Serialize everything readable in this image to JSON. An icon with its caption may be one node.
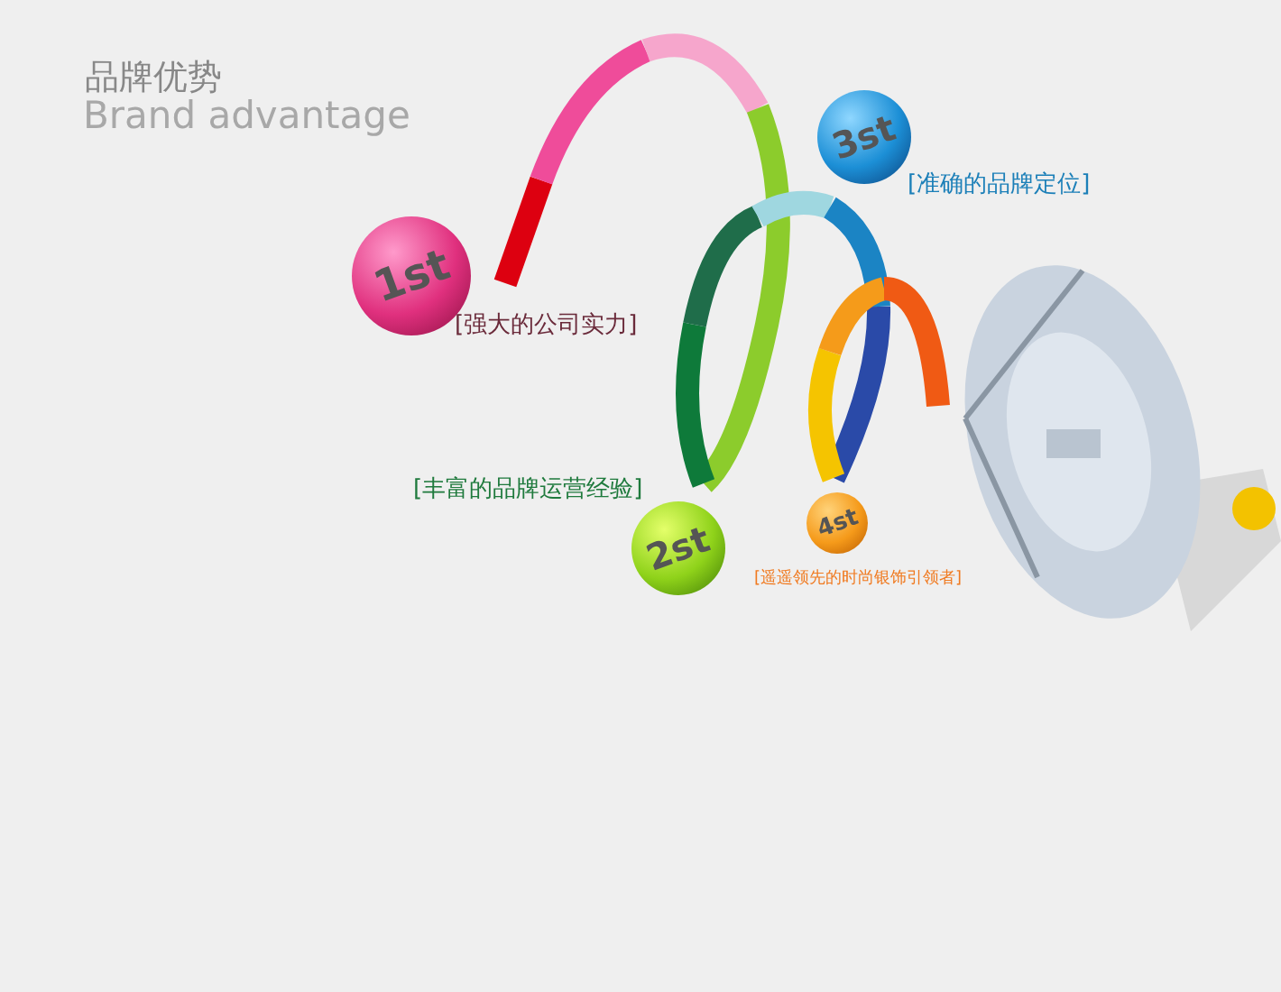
{
  "diagram": {
    "title": "品牌优势",
    "nodes": [
      {
        "text": [
          "1st"
        ],
        "beside": [
          "[强大的公司实力]"
        ]
      },
      {
        "text": [
          "3st"
        ],
        "beside": [
          "[准确的品牌定位]"
        ]
      },
      {
        "text": [
          "2st"
        ],
        "beside": [
          "[丰富的品牌运营经验]"
        ]
      },
      {
        "text": [
          "4st"
        ],
        "beside": [
          "[遥遥领先的时尚银饰引领者]"
        ]
      }
    ],
    "edges": [],
    "labels": [
      "Brand advantage"
    ]
  }
}
